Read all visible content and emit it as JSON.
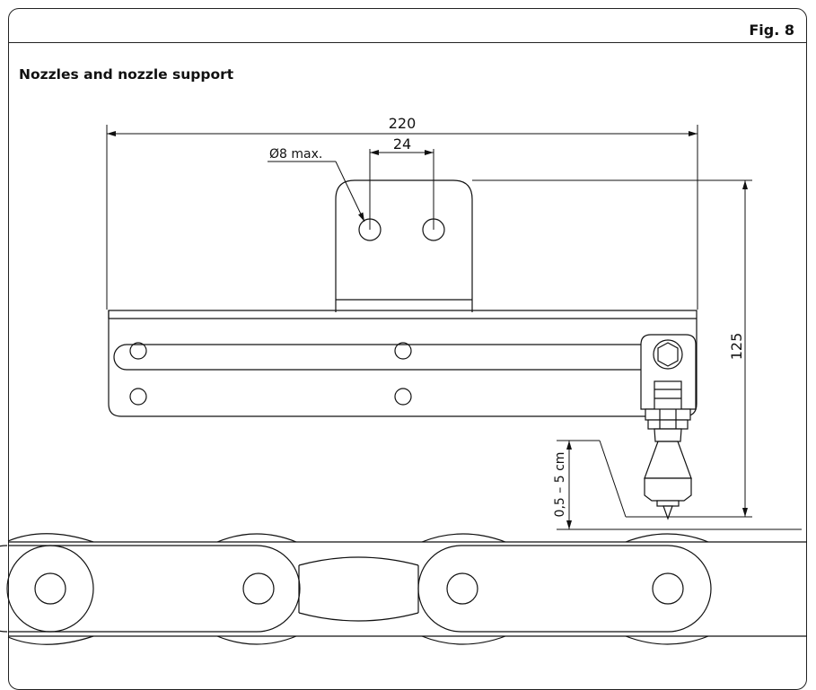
{
  "header": {
    "figure_label": "Fig. 8"
  },
  "title": "Nozzles and nozzle support",
  "dimensions": {
    "overall_width": "220",
    "hole_spacing": "24",
    "hole_diameter": "Ø8 max.",
    "overall_height": "125",
    "nozzle_distance": "0,5 – 5 cm"
  },
  "colors": {
    "line": "#111111",
    "background": "#ffffff"
  }
}
